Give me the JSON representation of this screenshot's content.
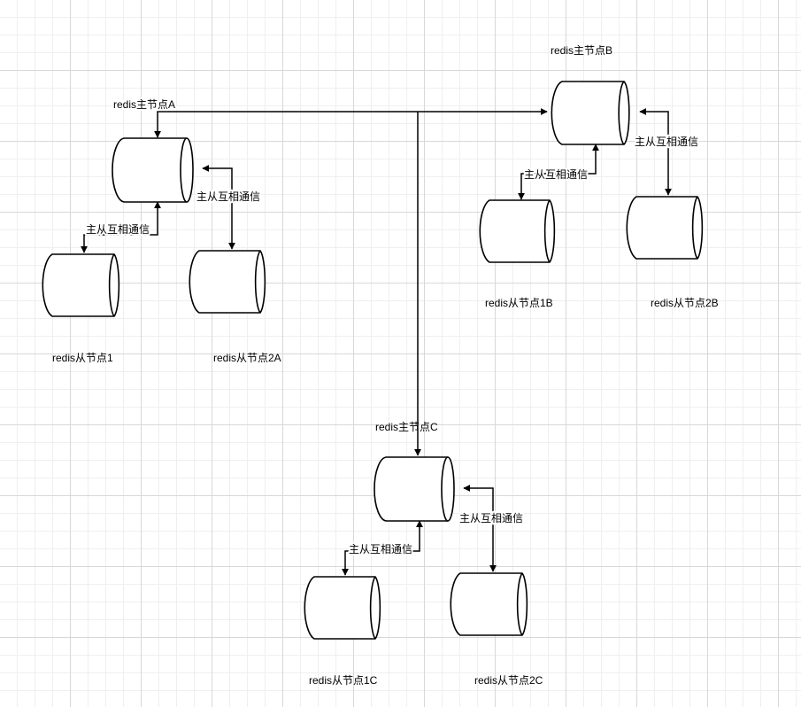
{
  "diagram": {
    "nodes": {
      "masterA": {
        "label": "redis主节点A"
      },
      "masterB": {
        "label": "redis主节点B"
      },
      "masterC": {
        "label": "redis主节点C"
      },
      "slave1": {
        "label": "redis从节点1"
      },
      "slave2A": {
        "label": "redis从节点2A"
      },
      "slave1B": {
        "label": "redis从节点1B"
      },
      "slave2B": {
        "label": "redis从节点2B"
      },
      "slave1C": {
        "label": "redis从节点1C"
      },
      "slave2C": {
        "label": "redis从节点2C"
      }
    },
    "edges": [
      {
        "from": "masterA",
        "to": "slave1",
        "label": "主从互相通信"
      },
      {
        "from": "masterA",
        "to": "slave2A",
        "label": "主从互相通信"
      },
      {
        "from": "masterB",
        "to": "slave1B",
        "label": "主从互相通信"
      },
      {
        "from": "masterB",
        "to": "slave2B",
        "label": "主从互相通信"
      },
      {
        "from": "masterC",
        "to": "slave1C",
        "label": "主从互相通信"
      },
      {
        "from": "masterC",
        "to": "slave2C",
        "label": "主从互相通信"
      },
      {
        "from": "masterA",
        "to": "masterB",
        "label": ""
      },
      {
        "from": "masterA",
        "to": "masterC",
        "label": ""
      }
    ]
  }
}
